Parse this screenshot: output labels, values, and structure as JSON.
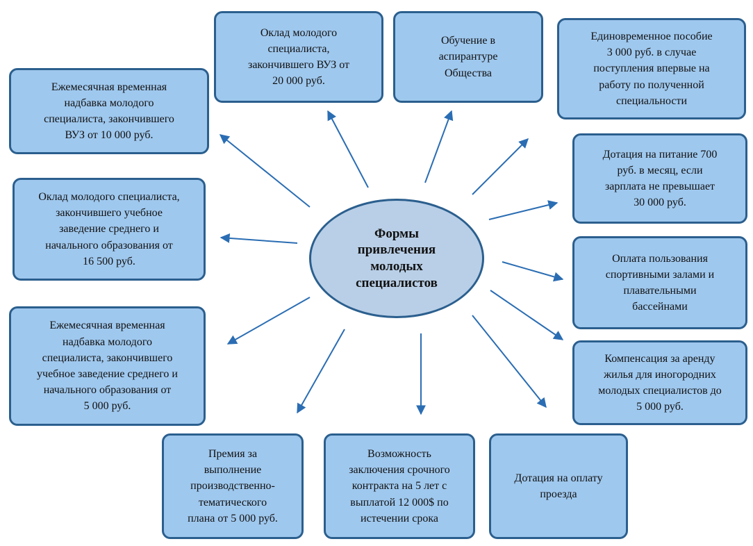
{
  "center": {
    "label": "Формы\nпривлечения\nмолодых\nспециалистов"
  },
  "boxes": [
    {
      "id": "salary-vuz",
      "text": "Оклад молодого\nспециалиста,\nзакончившего ВУЗ от\n20 000 руб."
    },
    {
      "id": "postgrad",
      "text": "Обучение в\nаспирантуре\nОбщества"
    },
    {
      "id": "one-time-allowance",
      "text": "Единовременное пособие\n3 000 руб. в случае\nпоступления впервые на\nработу по полученной\nспециальности"
    },
    {
      "id": "monthly-bonus-vuz",
      "text": "Ежемесячная временная\nнадбавка молодого\nспециалиста, закончившего\nВУЗ от 10 000 руб."
    },
    {
      "id": "food-subsidy",
      "text": "Дотация на питание 700\nруб. в месяц, если\nзарплата не превышает\n30 000 руб."
    },
    {
      "id": "salary-school",
      "text": "Оклад молодого специалиста,\nзакончившего учебное\nзаведение  среднего и\nначального образования от\n16 500 руб."
    },
    {
      "id": "sports",
      "text": "Оплата пользования\nспортивными залами и\nплавательными\nбассейнами"
    },
    {
      "id": "monthly-bonus-school",
      "text": "Ежемесячная временная\nнадбавка молодого\nспециалиста, закончившего\nучебное заведение среднего и\nначального образования  от\n5 000 руб."
    },
    {
      "id": "rent",
      "text": "Компенсация за аренду\nжилья для иногородних\nмолодых специалистов до\n5 000 руб."
    },
    {
      "id": "plan-bonus",
      "text": "Премия за\nвыполнение\nпроизводственно-\nтематического\nплана от 5 000 руб."
    },
    {
      "id": "contract",
      "text": "Возможность\nзаключения срочного\nконтракта на 5 лет с\nвыплатой 12 000$ по\nистечении срока"
    },
    {
      "id": "travel",
      "text": "Дотация на оплату\nпроезда"
    }
  ],
  "colors": {
    "box_fill": "#9fc8ee",
    "box_border": "#2b5f8e",
    "ellipse_fill": "#b9cfe7",
    "arrow": "#2a6db3"
  }
}
